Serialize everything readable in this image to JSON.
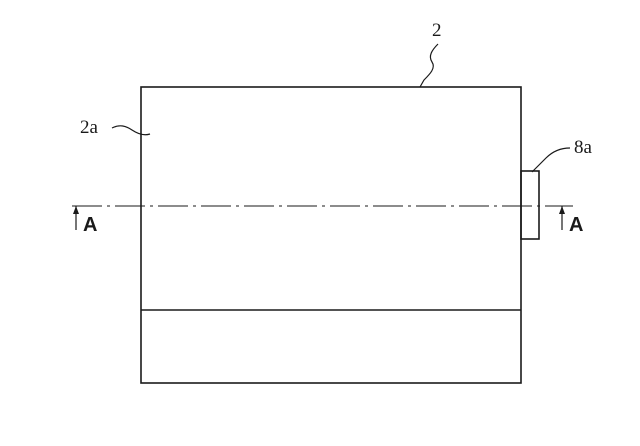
{
  "diagram": {
    "reference_labels": {
      "part": "2",
      "part_face": "2a",
      "protrusion": "8a"
    },
    "section_marker": {
      "left_label": "A",
      "right_label": "A"
    }
  }
}
